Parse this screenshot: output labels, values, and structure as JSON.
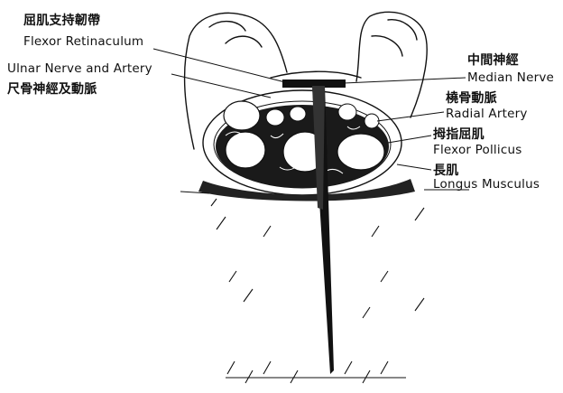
{
  "labels": {
    "flexor_retinaculum_cn": "屈肌支持韌帶",
    "flexor_retinaculum_en": "Flexor Retinaculum",
    "ulnar_en": "Ulnar Nerve and Artery",
    "ulnar_cn": "尺骨神經及動脈",
    "median_cn": "中間神經",
    "median_en": "Median Nerve",
    "radial_cn": "橈骨動脈",
    "radial_en": "Radial Artery",
    "pollicis_cn": "拇指屈肌",
    "pollicis_en": "Flexor Pollicus",
    "longus_cn": "長肌",
    "longus_en": "Longus Musculus"
  },
  "colors": {
    "ink": "#111111",
    "paper": "#ffffff"
  }
}
